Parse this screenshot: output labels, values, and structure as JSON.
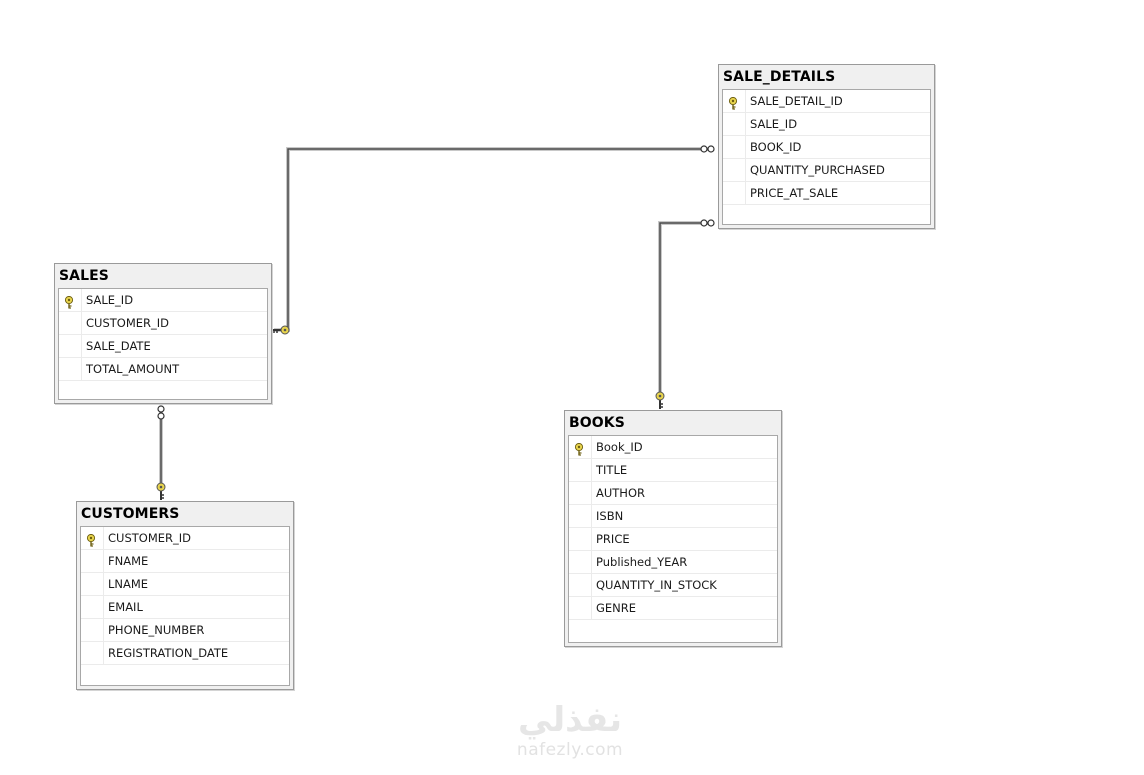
{
  "diagram": {
    "tables": [
      {
        "id": "sale_details",
        "name": "SALE_DETAILS",
        "columns": [
          {
            "name": "SALE_DETAIL_ID",
            "primary_key": true
          },
          {
            "name": "SALE_ID",
            "primary_key": false
          },
          {
            "name": "BOOK_ID",
            "primary_key": false
          },
          {
            "name": "QUANTITY_PURCHASED",
            "primary_key": false
          },
          {
            "name": "PRICE_AT_SALE",
            "primary_key": false
          }
        ]
      },
      {
        "id": "sales",
        "name": "SALES",
        "columns": [
          {
            "name": "SALE_ID",
            "primary_key": true
          },
          {
            "name": "CUSTOMER_ID",
            "primary_key": false
          },
          {
            "name": "SALE_DATE",
            "primary_key": false
          },
          {
            "name": "TOTAL_AMOUNT",
            "primary_key": false
          }
        ]
      },
      {
        "id": "customers",
        "name": "CUSTOMERS",
        "columns": [
          {
            "name": "CUSTOMER_ID",
            "primary_key": true
          },
          {
            "name": "FNAME",
            "primary_key": false
          },
          {
            "name": "LNAME",
            "primary_key": false
          },
          {
            "name": "EMAIL",
            "primary_key": false
          },
          {
            "name": "PHONE_NUMBER",
            "primary_key": false
          },
          {
            "name": "REGISTRATION_DATE",
            "primary_key": false
          }
        ]
      },
      {
        "id": "books",
        "name": "BOOKS",
        "columns": [
          {
            "name": "Book_ID",
            "primary_key": true
          },
          {
            "name": "TITLE",
            "primary_key": false
          },
          {
            "name": "AUTHOR",
            "primary_key": false
          },
          {
            "name": "ISBN",
            "primary_key": false
          },
          {
            "name": "PRICE",
            "primary_key": false
          },
          {
            "name": "Published_YEAR",
            "primary_key": false
          },
          {
            "name": "QUANTITY_IN_STOCK",
            "primary_key": false
          },
          {
            "name": "GENRE",
            "primary_key": false
          }
        ]
      }
    ],
    "relationships": [
      {
        "from_table": "sales",
        "from_end": "one (key)",
        "to_table": "sale_details",
        "to_end": "many (infinity)"
      },
      {
        "from_table": "books",
        "from_end": "one (key)",
        "to_table": "sale_details",
        "to_end": "many (infinity)"
      },
      {
        "from_table": "customers",
        "from_end": "one (key)",
        "to_table": "sales",
        "to_end": "many (infinity)"
      }
    ]
  },
  "watermark": {
    "arabic": "نفذلي",
    "latin": "nafezly.com"
  },
  "colors": {
    "background": "#ffffff",
    "table_header": "#f0f0f0",
    "table_border": "#9a9a9a",
    "key_icon": "#e8d44d",
    "connector": "#555555"
  },
  "icons": {
    "primary_key": "key-icon",
    "relationship_one": "key-icon",
    "relationship_many": "infinity-icon"
  }
}
